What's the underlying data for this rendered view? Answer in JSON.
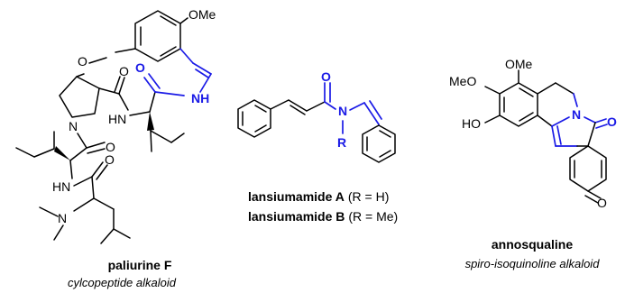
{
  "colors": {
    "ink": "#000000",
    "highlight": "#1a1ae6"
  },
  "labels": {
    "ome": "OMe",
    "meo": "MeO",
    "o": "O",
    "nh": "NH",
    "hn": "HN",
    "n": "N",
    "ho": "HO",
    "r": "R"
  },
  "compounds": {
    "paliurine": {
      "name": "paliurine F",
      "subtitle": "cylcopeptide alkaloid"
    },
    "lansiumamide": {
      "a_name": "lansiumamide A",
      "a_r": "(R = H)",
      "b_name": "lansiumamide B",
      "b_r": "(R = Me)"
    },
    "annosqualine": {
      "name": "annosqualine",
      "subtitle": "spiro-isoquinoline alkaloid"
    }
  }
}
